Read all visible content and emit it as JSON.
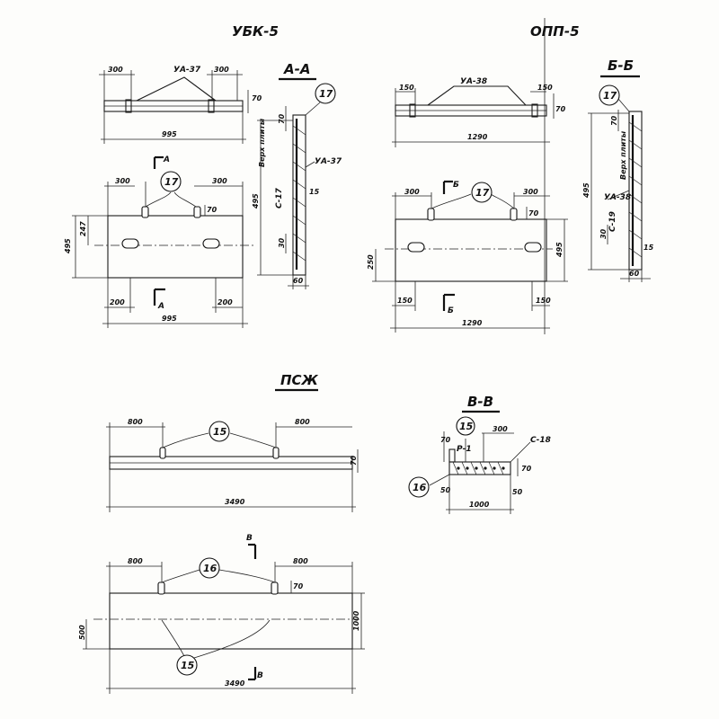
{
  "views": {
    "ubk5": {
      "title": "УБК-5",
      "top_left": "300",
      "top_right": "300",
      "loop_mark": "УА-37",
      "thickness": "70",
      "top_total": "995",
      "plan_left": "300",
      "plan_right": "300",
      "loop_h": "70",
      "section_label": "А",
      "callout": "17",
      "height_total": "495",
      "height_sub": "247",
      "bottom_left": "200",
      "bottom_right": "200",
      "bottom_total": "995"
    },
    "section_aa": {
      "title": "А-А",
      "callout": "17",
      "top_dim": "70",
      "side_note": "Верх плиты",
      "total_dim": "495",
      "rebar_c": "С-17",
      "rebar_ua": "УА-37",
      "small_dim": "15",
      "bottom_dim": "30",
      "width_dim": "60"
    },
    "opp5": {
      "title": "ОПП-5",
      "top_left": "150",
      "loop_mark": "УА-38",
      "top_right": "150",
      "thickness": "70",
      "top_total": "1290",
      "plan_left": "300",
      "plan_right": "300",
      "callout": "17",
      "section_label": "Б",
      "loop_h": "70",
      "height_left": "250",
      "height_right": "495",
      "bottom_left": "150",
      "bottom_right": "150",
      "bottom_total": "1290"
    },
    "section_bb": {
      "title": "Б-Б",
      "callout": "17",
      "top_dim": "70",
      "side_note": "Верх плиты",
      "total_dim": "495",
      "rebar_ua": "УА-38",
      "rebar_c": "С-19",
      "bottom_dim": "30",
      "small_dim": "15",
      "width_dim": "60"
    },
    "psj": {
      "title": "ПСЖ",
      "top_left": "800",
      "callout": "15",
      "top_right": "800",
      "thickness": "70",
      "top_total": "3490",
      "plan_left": "800",
      "plan_right": "800",
      "callout_top": "16",
      "section_label": "В",
      "loop_h": "70",
      "height_left": "500",
      "height_right": "1000",
      "callout_bottom": "15",
      "bottom_total": "3490"
    },
    "section_vv": {
      "title": "В-В",
      "callout_top": "15",
      "top_dim": "300",
      "rebar_c": "С-18",
      "left_dim": "70",
      "p_mark": "Р-1",
      "right_dim": "70",
      "callout_left": "16",
      "left_bottom": "50",
      "right_bottom": "50",
      "width_dim": "1000"
    }
  }
}
